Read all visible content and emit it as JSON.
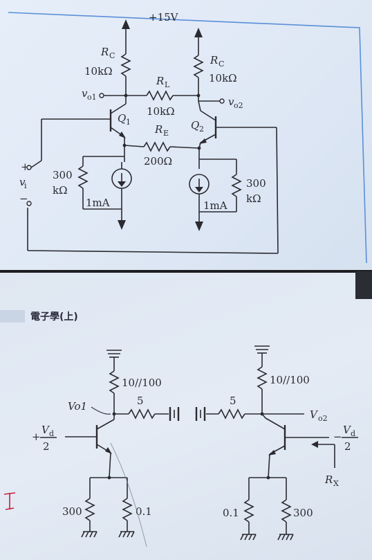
{
  "top_circuit": {
    "supply_label": "+15V",
    "rc_left_label": "R",
    "rc_left_sub": "C",
    "rc_left_value": "10kΩ",
    "rc_right_label": "R",
    "rc_right_sub": "C",
    "rc_right_value": "10kΩ",
    "rl_label": "R",
    "rl_sub": "L",
    "rl_value": "10kΩ",
    "re_label": "R",
    "re_sub": "E",
    "re_value": "200Ω",
    "vo1_label": "v",
    "vo1_sub": "o1",
    "vo2_label": "v",
    "vo2_sub": "o2",
    "q1_label": "Q",
    "q1_sub": "1",
    "q2_label": "Q",
    "q2_sub": "2",
    "left_bias_res_top": "300",
    "left_bias_res_bottom": "kΩ",
    "right_bias_res_top": "300",
    "right_bias_res_bottom": "kΩ",
    "left_current": "1mA",
    "right_current": "1mA",
    "vi_label": "v",
    "vi_sub": "i",
    "plus": "+",
    "minus": "−"
  },
  "bottom_page": {
    "header": "電子學(上)",
    "left_rc": "10//100",
    "right_rc": "10//100",
    "left_series_res": "5",
    "right_series_res": "5",
    "handwritten_vo1": "Vo1",
    "vo2_label": "V",
    "vo2_sub": "o2",
    "left_input_sign": "+",
    "left_input_num": "V",
    "left_input_num_sub": "d",
    "left_input_den": "2",
    "right_input_sign": "−",
    "right_input_num": "V",
    "right_input_num_sub": "d",
    "right_input_den": "2",
    "rx_label": "R",
    "rx_sub": "X",
    "left_res_300": "300",
    "left_res_01": "0.1",
    "right_res_01": "0.1",
    "right_res_300": "300"
  },
  "colors": {
    "ink": "#2a2a30",
    "paper_top": "#e6eef9",
    "paper_bottom": "#dfe7f2",
    "accent_blue": "#5a8fd8",
    "handwriting_red": "#c81e3a"
  }
}
